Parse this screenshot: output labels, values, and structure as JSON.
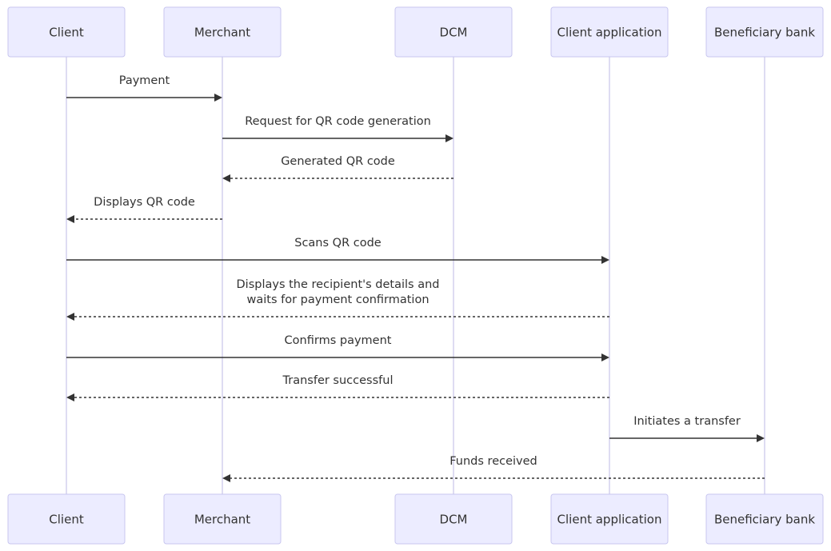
{
  "participants": [
    {
      "id": "client",
      "label": "Client"
    },
    {
      "id": "merchant",
      "label": "Merchant"
    },
    {
      "id": "dcm",
      "label": "DCM"
    },
    {
      "id": "client_app",
      "label": "Client application"
    },
    {
      "id": "bank",
      "label": "Beneficiary bank"
    }
  ],
  "messages": [
    {
      "from": "client",
      "to": "merchant",
      "style": "solid",
      "lines": [
        "Payment"
      ]
    },
    {
      "from": "merchant",
      "to": "dcm",
      "style": "solid",
      "lines": [
        "Request for QR code generation"
      ]
    },
    {
      "from": "dcm",
      "to": "merchant",
      "style": "dashed",
      "lines": [
        "Generated QR code"
      ]
    },
    {
      "from": "merchant",
      "to": "client",
      "style": "dashed",
      "lines": [
        "Displays QR code"
      ]
    },
    {
      "from": "client",
      "to": "client_app",
      "style": "solid",
      "lines": [
        "Scans QR code"
      ]
    },
    {
      "from": "client_app",
      "to": "client",
      "style": "dashed",
      "lines": [
        "Displays the recipient's details and",
        "waits for payment confirmation"
      ]
    },
    {
      "from": "client",
      "to": "client_app",
      "style": "solid",
      "lines": [
        "Confirms payment"
      ]
    },
    {
      "from": "client_app",
      "to": "client",
      "style": "dashed",
      "lines": [
        "Transfer successful"
      ]
    },
    {
      "from": "client_app",
      "to": "bank",
      "style": "solid",
      "lines": [
        "Initiates a transfer"
      ]
    },
    {
      "from": "bank",
      "to": "merchant",
      "style": "dashed",
      "lines": [
        "Funds received"
      ]
    }
  ]
}
